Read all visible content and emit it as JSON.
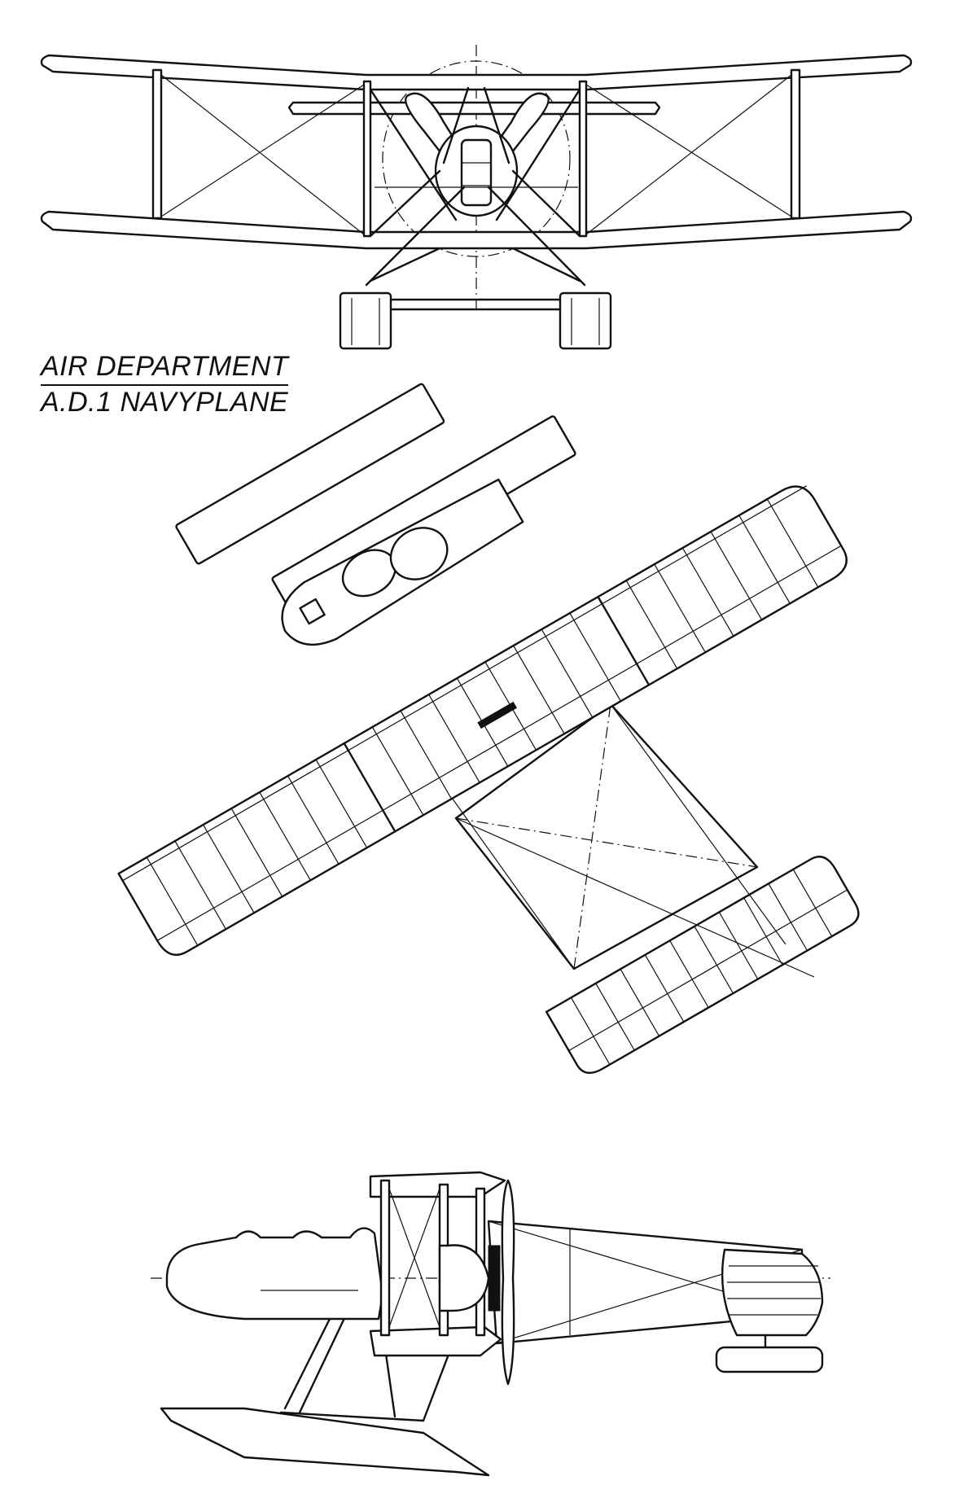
{
  "title": {
    "line1": "AIR DEPARTMENT",
    "line2": "A.D.1 NAVYPLANE"
  },
  "views": [
    {
      "id": "front-view"
    },
    {
      "id": "plan-view"
    },
    {
      "id": "side-view"
    }
  ],
  "colors": {
    "ink": "#111111",
    "paper": "#ffffff"
  }
}
